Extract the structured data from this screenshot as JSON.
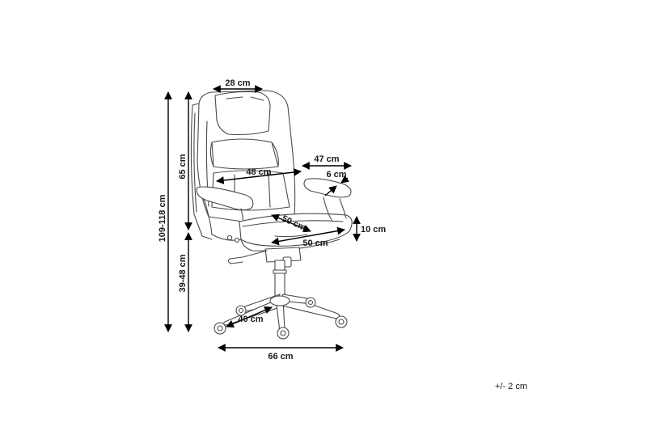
{
  "diagram": {
    "subject": "office chair dimension drawing",
    "dimensions": {
      "headrest_width": "28 cm",
      "backrest_width": "48 cm",
      "seat_depth": "50 cm",
      "seat_width": "50 cm",
      "armrest_depth": "47 cm",
      "armrest_width": "6 cm",
      "seat_thickness": "10 cm",
      "total_height": "109-118 cm",
      "backrest_height": "65 cm",
      "seat_height": "39-48 cm",
      "base_radius": "40 cm",
      "base_width": "66 cm"
    },
    "tolerance": "+/- 2 cm"
  }
}
